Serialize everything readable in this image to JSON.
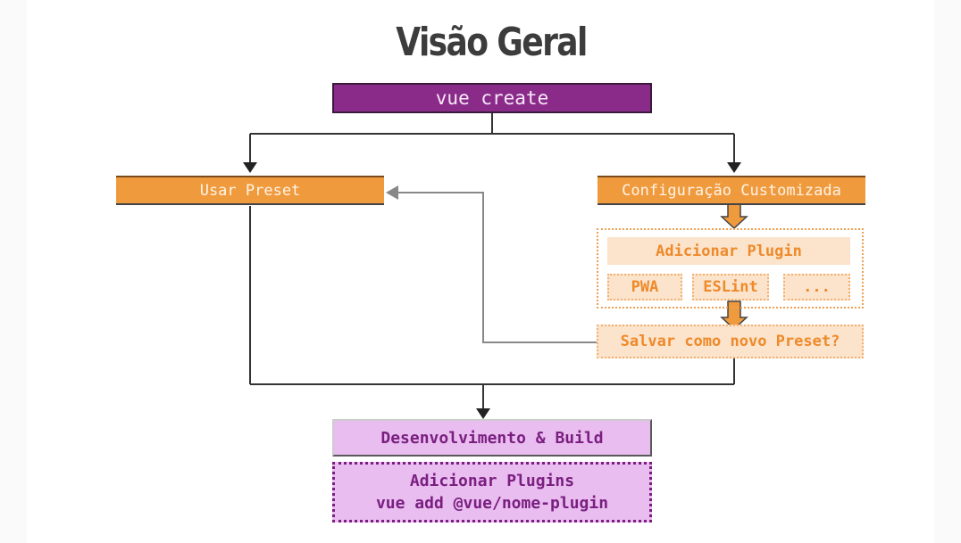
{
  "title": "Visão Geral",
  "nodes": {
    "vue_create": "vue create",
    "usar_preset": "Usar Preset",
    "config_customizada": "Configuração Customizada",
    "adicionar_plugin": "Adicionar Plugin",
    "plugin_pwa": "PWA",
    "plugin_eslint": "ESLint",
    "plugin_more": "...",
    "salvar_preset": "Salvar como novo Preset?",
    "desenvolvimento_build": "Desenvolvimento & Build",
    "adicionar_plugins": "Adicionar Plugins",
    "vue_add_cmd": "vue add @vue/nome-plugin"
  },
  "colors": {
    "purple": "#8a2b8a",
    "orange": "#f09a3e",
    "peach": "#fbe3cc",
    "lilac": "#e9bdf0"
  }
}
